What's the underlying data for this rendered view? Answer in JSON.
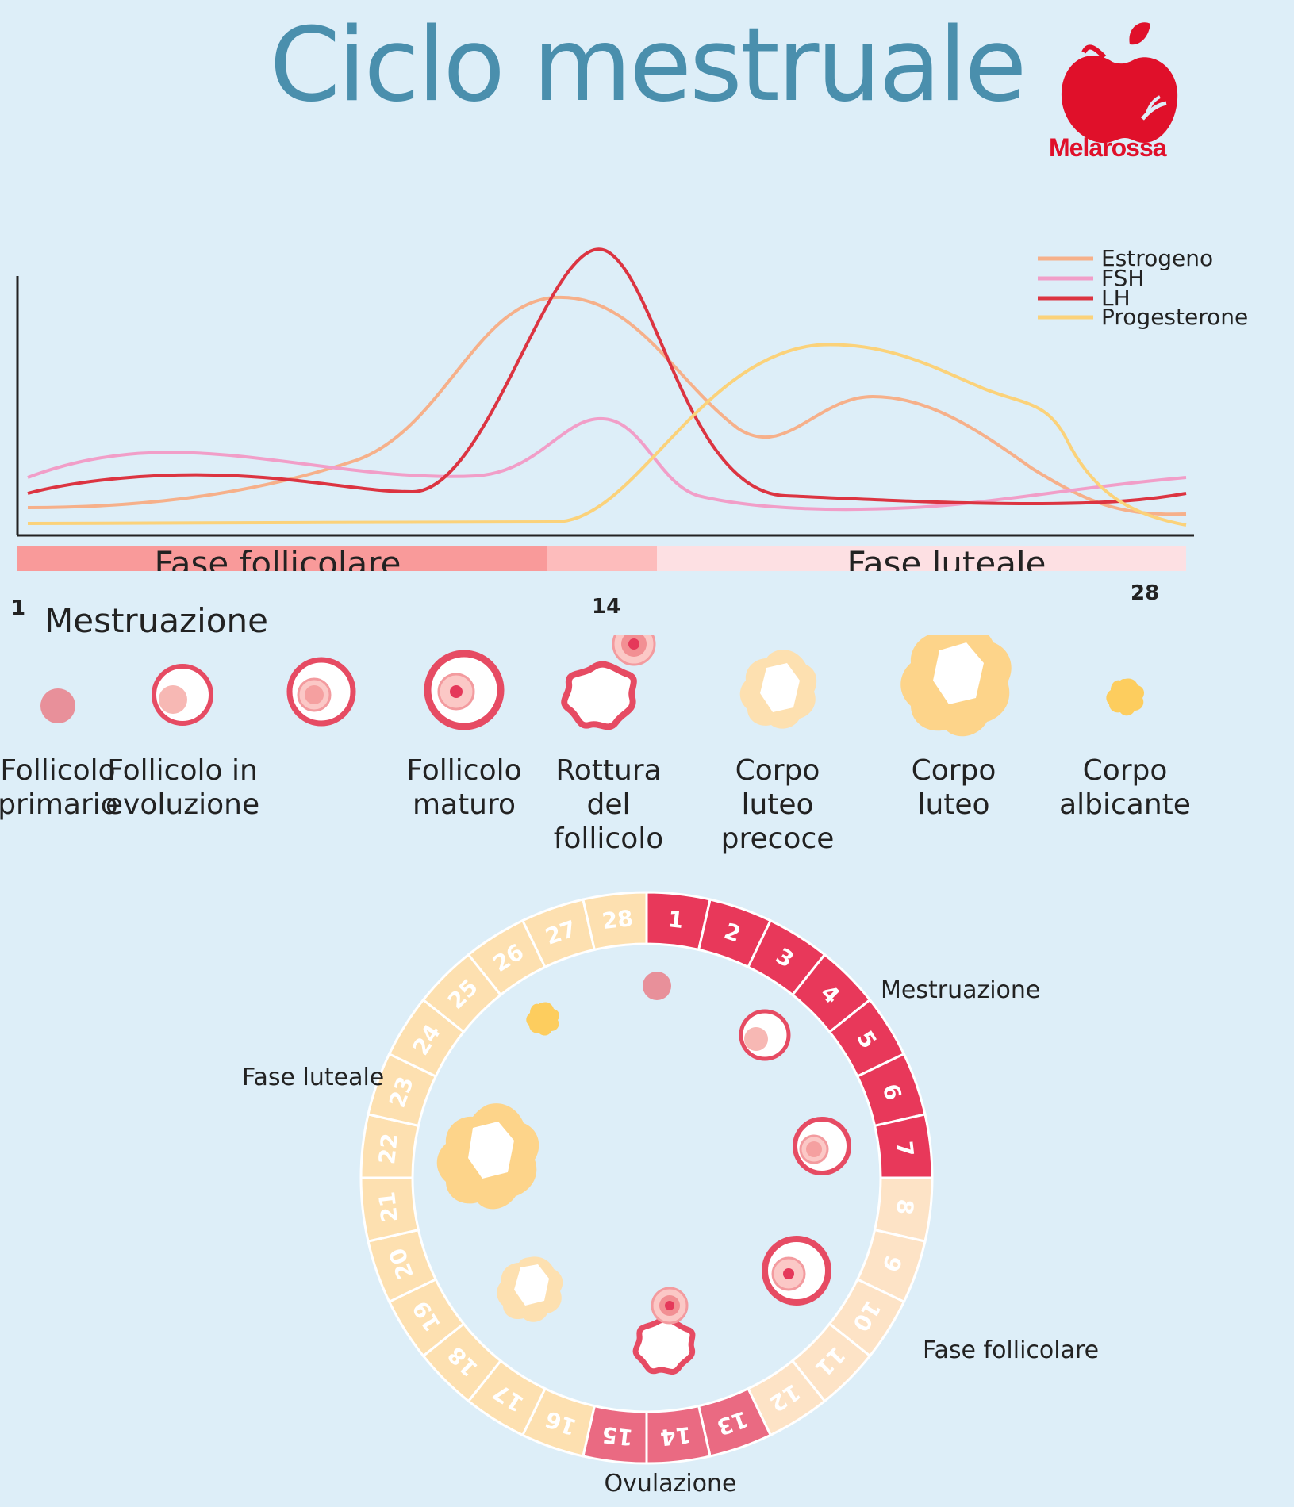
{
  "title": "Ciclo mestruale",
  "brand": {
    "name": "Melarossa",
    "color": "#e0102a"
  },
  "chart_data": {
    "type": "line",
    "x_range": [
      1,
      28
    ],
    "legend_position": "top-right",
    "series": [
      {
        "name": "Estrogeno",
        "color": "#f6b08a"
      },
      {
        "name": "FSH",
        "color": "#f19ec8"
      },
      {
        "name": "LH",
        "color": "#dc3441"
      },
      {
        "name": "Progesterone",
        "color": "#fbd27a"
      }
    ],
    "phases": [
      {
        "label": "Fase follicolare",
        "color": "#f99a9a"
      },
      {
        "label": "",
        "color": "#fdbcbc"
      },
      {
        "label": "Fase luteale",
        "color": "#fde0e3"
      }
    ],
    "menstruation": {
      "label": "Mestruazione",
      "color": "#e43a32"
    },
    "day_ticks": [
      "1",
      "14",
      "28"
    ]
  },
  "stages": [
    {
      "label": "Follicolo\nprimario",
      "icon": "primary-follicle-icon"
    },
    {
      "label": "Follicolo in\nevoluzione",
      "icon": "developing-follicle-icon"
    },
    {
      "label": "Follicolo\nmaturo",
      "icon": "mature-follicle-icon"
    },
    {
      "label": "Rottura\ndel\nfollicolo",
      "icon": "ruptured-follicle-icon"
    },
    {
      "label": "Corpo\nluteo\nprecoce",
      "icon": "early-corpus-luteum-icon"
    },
    {
      "label": "Corpo\nluteo",
      "icon": "corpus-luteum-icon"
    },
    {
      "label": "Corpo\nalbicante",
      "icon": "corpus-albicans-icon"
    }
  ],
  "wheel": {
    "days": [
      "1",
      "2",
      "3",
      "4",
      "5",
      "6",
      "7",
      "8",
      "9",
      "10",
      "11",
      "12",
      "13",
      "14",
      "15",
      "16",
      "17",
      "18",
      "19",
      "20",
      "21",
      "22",
      "23",
      "24",
      "25",
      "26",
      "27",
      "28"
    ],
    "labels": {
      "menstruation": "Mestruazione",
      "follicular": "Fase follicolare",
      "ovulation": "Ovulazione",
      "luteal": "Fase luteale"
    },
    "colors": {
      "menstruation": "#e8385a",
      "follicular": "#fde3c6",
      "ovulation": "#ea6a82",
      "luteal": "#fde0b0"
    }
  }
}
